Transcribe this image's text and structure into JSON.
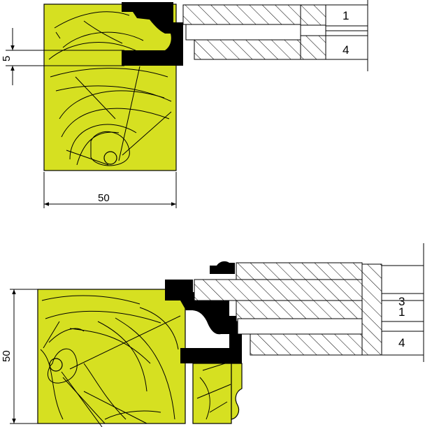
{
  "colors": {
    "workpiece": "#d6e021",
    "cutter": "#000000",
    "line": "#000000",
    "background": "#ffffff"
  },
  "top_view": {
    "dimensions": {
      "groove_depth": "5",
      "width": "50"
    },
    "positions": [
      "1",
      "4"
    ]
  },
  "bottom_view": {
    "dimensions": {
      "height": "50"
    },
    "positions": [
      "3",
      "1",
      "4"
    ]
  }
}
